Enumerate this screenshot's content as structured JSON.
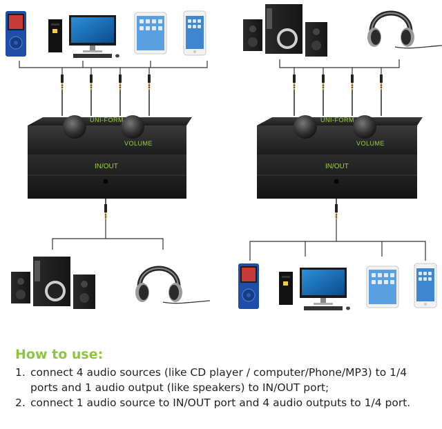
{
  "diagram": {
    "left_unit": {
      "brand_text": "UNI-FORM",
      "volume_text": "VOLUME",
      "port_label": "IN/OUT"
    },
    "right_unit": {
      "brand_text": "UNI-FORM",
      "volume_text": "VOLUME",
      "port_label": "IN/OUT"
    },
    "icons": {
      "left_top": [
        "mp3-player-icon",
        "desktop-computer-icon",
        "tablet-icon",
        "smartphone-icon"
      ],
      "left_bottom": [
        "speaker-system-icon",
        "headphones-icon"
      ],
      "right_top": [
        "speaker-system-icon",
        "headphones-icon"
      ],
      "right_bottom": [
        "mp3-player-icon",
        "desktop-computer-icon",
        "tablet-icon",
        "smartphone-icon"
      ]
    },
    "colors": {
      "accent": "#8cc63f",
      "box": "#202020",
      "line": "#333333"
    }
  },
  "instructions": {
    "title": "How to use:",
    "steps": [
      {
        "num": "1.",
        "text": "connect 4 audio sources (like CD player / computer/Phone/MP3) to 1/4 ports and 1 audio output (like speakers) to IN/OUT port;"
      },
      {
        "num": "2.",
        "text": "connect 1 audio source to IN/OUT port and 4 audio outputs to 1/4 port."
      }
    ]
  }
}
